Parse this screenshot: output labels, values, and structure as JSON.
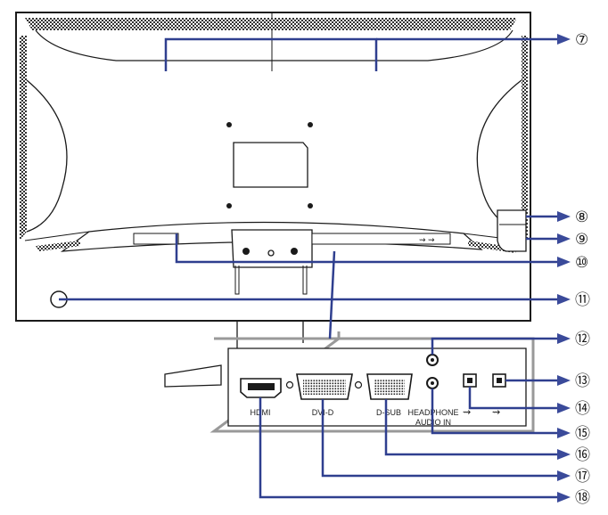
{
  "colors": {
    "outline": "#1a1a1a",
    "leader": "#2f3f8f",
    "panel_border": "#999999",
    "arrow_fill": "#3a4a9a"
  },
  "port_labels": {
    "hdmi": "HDMI",
    "dvi": "DVI-D",
    "dsub": "D-SUB",
    "headphone": "HEADPHONE",
    "audio_in": "AUDIO IN"
  },
  "callouts": [
    {
      "num": "⑦"
    },
    {
      "num": "⑧"
    },
    {
      "num": "⑨"
    },
    {
      "num": "⑩"
    },
    {
      "num": "⑪"
    },
    {
      "num": "⑫"
    },
    {
      "num": "⑬"
    },
    {
      "num": "⑭"
    },
    {
      "num": "⑮"
    },
    {
      "num": "⑯"
    },
    {
      "num": "⑰"
    },
    {
      "num": "⑱"
    }
  ]
}
